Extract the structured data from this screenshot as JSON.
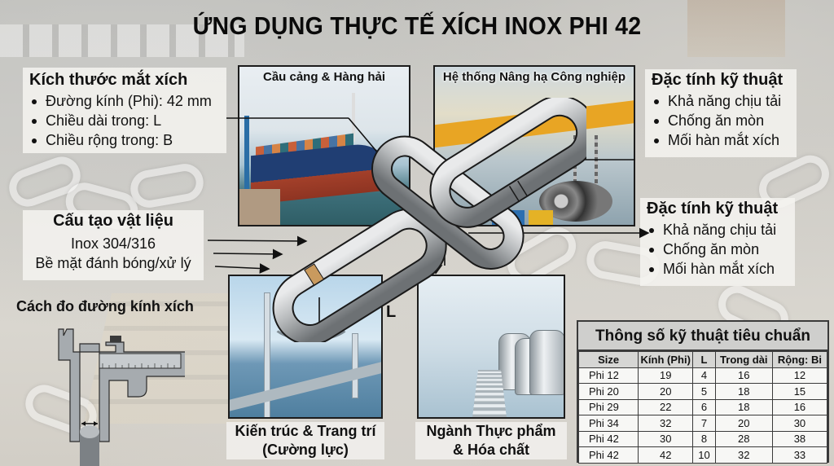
{
  "title": "ỨNG DỤNG THỰC TẾ XÍCH INOX PHI 42",
  "size_panel": {
    "heading": "Kích thước mắt xích",
    "items": [
      "Đường kính (Phi): 42 mm",
      "Chiều dài trong: L",
      "Chiều rộng trong: B"
    ]
  },
  "material_panel": {
    "heading": "Cấu tạo vật liệu",
    "lines": [
      "Inox 304/316",
      "Bề mặt đánh bóng/xử lý"
    ]
  },
  "measure_label": "Cách đo đường kính xích",
  "spec_panel_top": {
    "heading": "Đặc tính kỹ thuật",
    "items": [
      "Khả năng chịu tải",
      "Chống ăn mòn",
      "Mối hàn mắt xích"
    ]
  },
  "spec_panel_mid": {
    "heading": "Đặc tính kỹ thuật",
    "items": [
      "Khả năng chịu tải",
      "Chống ăn mòn",
      "Mối hàn mắt xích"
    ]
  },
  "applications": {
    "port": "Cầu cảng & Hàng hải",
    "lifting": "Hệ thống Nâng hạ Công nghiệp",
    "bridge": [
      "Kiến trúc & Trang trí",
      "(Cường lực)"
    ],
    "food": [
      "Ngành Thực phẩm",
      "& Hóa chất"
    ]
  },
  "dimension_label": "L",
  "icons": {
    "chain": "chain-link-illustration",
    "caliper": "vernier-caliper-illustration",
    "bullet": "bullet-dot"
  },
  "colors": {
    "text": "#111111",
    "table_header_bg": "#cfcfcd",
    "panel_bg": "#f4f3f0",
    "chain_steel": "#b5b8ba",
    "weld_band": "#c99a5e"
  },
  "spec_table": {
    "title": "Thông số kỹ thuật tiêu chuẩn",
    "columns": [
      "Size",
      "Kính (Phi)",
      "L",
      "Trong dài",
      "Rộng: Bi"
    ],
    "rows": [
      [
        "Phi 12",
        "19",
        "4",
        "16",
        "12"
      ],
      [
        "Phi 20",
        "20",
        "5",
        "18",
        "15"
      ],
      [
        "Phi 29",
        "22",
        "6",
        "18",
        "16"
      ],
      [
        "Phi 34",
        "32",
        "7",
        "20",
        "30"
      ],
      [
        "Phi 42",
        "30",
        "8",
        "28",
        "38"
      ],
      [
        "Phi 42",
        "42",
        "10",
        "32",
        "33"
      ]
    ]
  }
}
